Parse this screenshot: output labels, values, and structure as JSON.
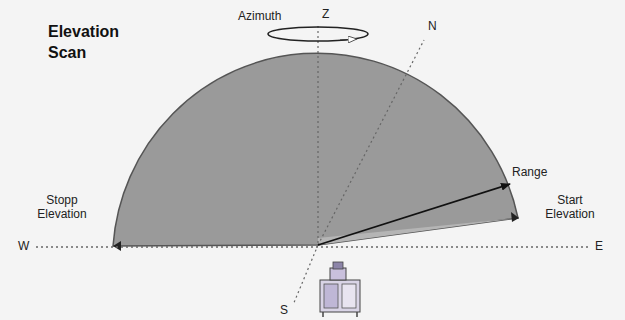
{
  "diagram": {
    "title": "Elevation Scan",
    "labels": [
      "Azimuth",
      "Z",
      "N",
      "Range",
      "Stopp Elevation",
      "Start Elevation",
      "W",
      "E",
      "S"
    ]
  }
}
